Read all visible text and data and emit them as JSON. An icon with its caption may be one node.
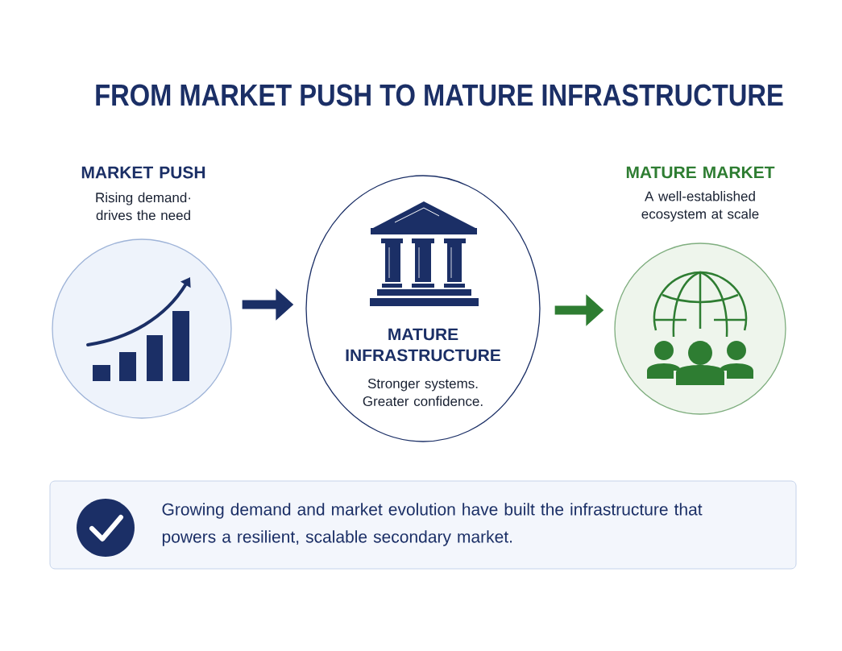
{
  "diagram": {
    "title": "FROM MARKET PUSH TO MATURE INFRASTRUCTURE",
    "nodes": [
      {
        "text": [
          "MARKET PUSH",
          "Rising demand· drives the need"
        ]
      },
      {
        "text": [
          "MATURE INFRASTRUCTURE",
          "Stronger systems. Greater confidence."
        ]
      },
      {
        "text": [
          "MATURE MARKET",
          "A well-established ecosystem at scale"
        ]
      },
      {
        "text": [
          "Growing demand and market evolution have built the infrastructure that powers a resilient, scalable secondary market."
        ]
      }
    ],
    "edges": [
      {
        "from": 0,
        "to": 1,
        "arrow": "to",
        "color": "#1b2f66"
      },
      {
        "from": 1,
        "to": 2,
        "arrow": "to",
        "color": "#2e7d32"
      }
    ]
  }
}
